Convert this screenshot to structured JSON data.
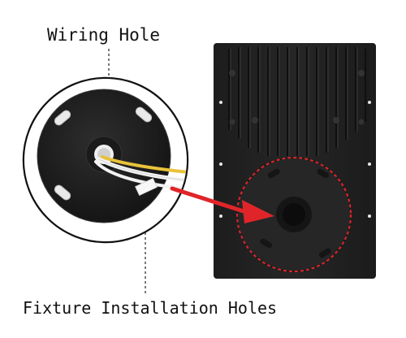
{
  "labels": {
    "wiring_hole": "Wiring Hole",
    "fixture_installation_holes": "Fixture Installation Holes"
  },
  "colors": {
    "background": "#ffffff",
    "fixture_body": "#232323",
    "callout_arrow": "#e0252a",
    "dashed_outline": "#e0252a",
    "leader_line": "#222222",
    "wire_yellow": "#e8c23a",
    "wire_white": "#f4f4f4"
  },
  "icons": {
    "arrow": "red-callout-arrow",
    "detail_view": "magnified-mounting-plate"
  }
}
